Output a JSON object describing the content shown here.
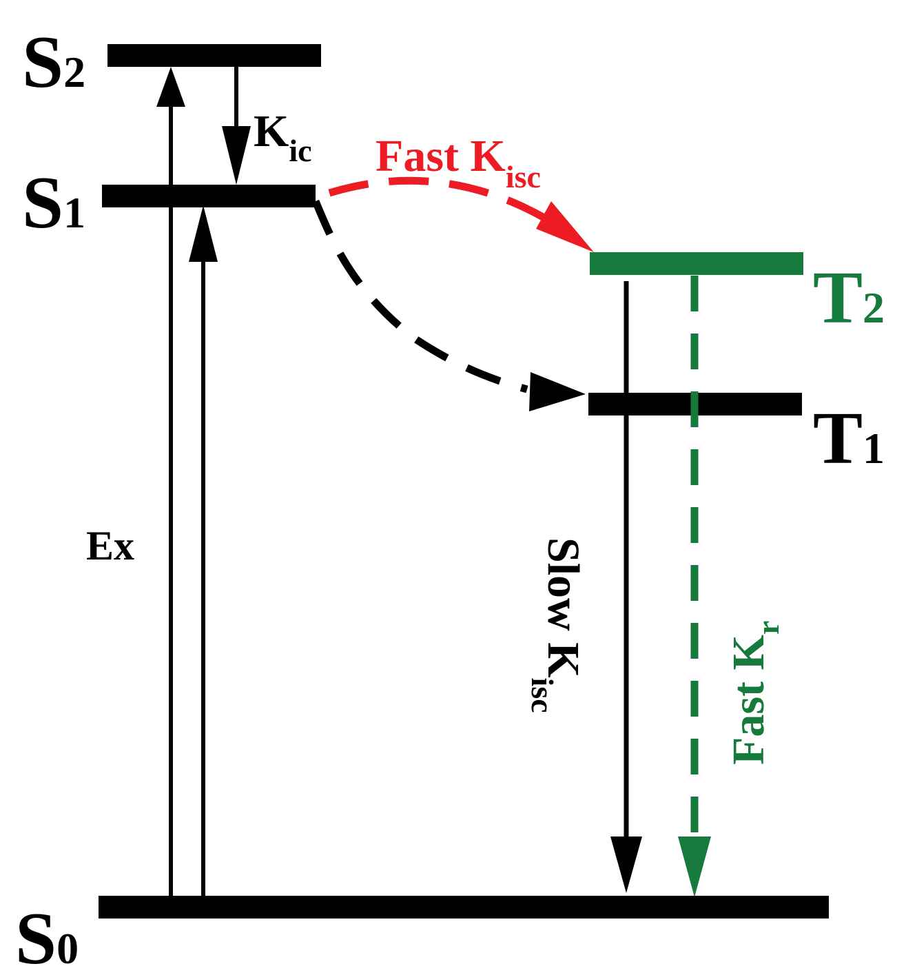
{
  "colors": {
    "black": "#000000",
    "red": "#ed1c24",
    "green": "#157a3c"
  },
  "levels": {
    "S2": {
      "main": "S",
      "sub": "2"
    },
    "S1": {
      "main": "S",
      "sub": "1"
    },
    "S0": {
      "main": "S",
      "sub": "0"
    },
    "T2": {
      "main": "T",
      "sub": "2"
    },
    "T1": {
      "main": "T",
      "sub": "1"
    }
  },
  "transitions": {
    "kic": {
      "main": "K",
      "sub": "ic"
    },
    "fast_kisc": {
      "main": "Fast K",
      "sub": "isc"
    },
    "slow_kisc": {
      "main": "Slow K",
      "sub": "isc"
    },
    "fast_kr": {
      "main": "Fast K",
      "sub": "r"
    },
    "excitation": "Ex"
  }
}
